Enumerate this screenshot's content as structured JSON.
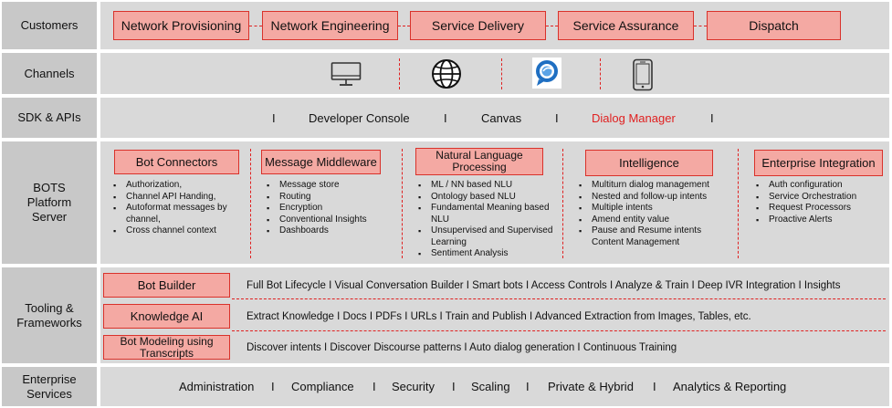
{
  "rows": {
    "customers": "Customers",
    "channels": "Channels",
    "sdk": "SDK & APIs",
    "platform": "BOTS Platform Server",
    "tooling": "Tooling & Frameworks",
    "enterprise": "Enterprise Services"
  },
  "customers": [
    "Network Provisioning",
    "Network Engineering",
    "Service Delivery",
    "Service Assurance",
    "Dispatch"
  ],
  "channels": {
    "icons": [
      "desktop-monitor-icon",
      "web-globe-icon",
      "chat-bubble-icon",
      "mobile-tablet-icon"
    ]
  },
  "sdk": {
    "sep": "I",
    "items": [
      "Developer Console",
      "Canvas",
      "Dialog Manager"
    ],
    "highlight_color": "#e02020"
  },
  "platform": {
    "components": [
      {
        "title": "Bot Connectors",
        "bullets": [
          "Authorization,",
          "Channel API Handing,",
          "Autoformat messages by channel,",
          "Cross channel context"
        ]
      },
      {
        "title": "Message Middleware",
        "bullets": [
          "Message store",
          "Routing",
          "Encryption",
          "Conventional Insights",
          "Dashboards"
        ]
      },
      {
        "title": "Natural Language Processing",
        "bullets": [
          "ML / NN based NLU",
          "Ontology based NLU",
          "Fundamental Meaning based NLU",
          "Unsupervised and Supervised Learning",
          "Sentiment Analysis"
        ]
      },
      {
        "title": "Intelligence",
        "bullets": [
          "Multiturn dialog management",
          "Nested and follow-up intents",
          "Multiple intents",
          "Amend entity value",
          "Pause and Resume intents Content Management"
        ]
      },
      {
        "title": "Enterprise Integration",
        "bullets": [
          "Auth configuration",
          "Service Orchestration",
          "Request Processors",
          "Proactive Alerts"
        ]
      }
    ]
  },
  "tooling": [
    {
      "name": "Bot Builder",
      "desc": "Full Bot Lifecycle I Visual Conversation Builder I Smart bots I Access Controls I Analyze & Train I Deep IVR Integration I Insights"
    },
    {
      "name": "Knowledge AI",
      "desc": "Extract Knowledge I  Docs I  PDFs I URLs I Train and Publish I Advanced Extraction from Images, Tables, etc."
    },
    {
      "name": "Bot Modeling using Transcripts",
      "desc": "Discover intents I Discover Discourse patterns I Auto dialog generation I Continuous Training"
    }
  ],
  "enterprise": {
    "sep": "I",
    "items": [
      "Administration",
      "Compliance",
      "Security",
      "Scaling",
      "Private & Hybrid",
      "Analytics & Reporting"
    ]
  },
  "colors": {
    "accent_red": "#d9322b",
    "box_fill": "#f4a9a3",
    "band": "#d9d9d9",
    "label": "#c8c8c8"
  }
}
